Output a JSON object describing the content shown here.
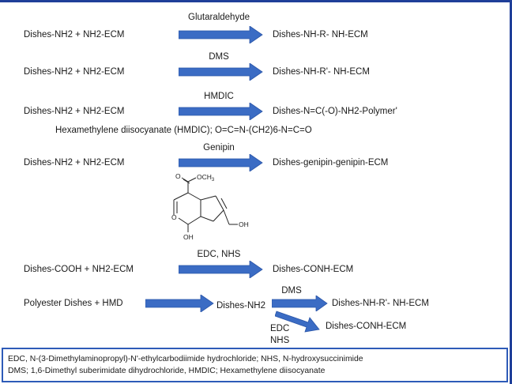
{
  "reactions": [
    {
      "left": "Dishes-NH2  +  NH2-ECM",
      "reagent": "Glutaraldehyde",
      "product": "Dishes-NH-R- NH-ECM"
    },
    {
      "left": "Dishes-NH2  +  NH2-ECM",
      "reagent": "DMS",
      "product": "Dishes-NH-R'- NH-ECM"
    },
    {
      "left": "Dishes-NH2  +  NH2-ECM",
      "reagent": "HMDIC",
      "product": "Dishes-N=C(-O)-NH2-Polymer'",
      "note": "Hexamethylene diisocyanate (HMDIC); O=C=N-(CH2)6-N=C=O"
    },
    {
      "left": "Dishes-NH2  +  NH2-ECM",
      "reagent": "Genipin",
      "product": "Dishes-genipin-genipin-ECM"
    },
    {
      "left": "Dishes-COOH  +  NH2-ECM",
      "reagent": "EDC, NHS",
      "product": "Dishes-CONH-ECM"
    }
  ],
  "branch": {
    "left": "Polyester Dishes  +  HMD",
    "intermediate": "Dishes-NH2",
    "upper_reagent": "DMS",
    "upper_product": "Dishes-NH-R'- NH-ECM",
    "lower_reagent_1": "EDC",
    "lower_reagent_2": "NHS",
    "lower_product": "Dishes-CONH-ECM"
  },
  "genipin_structure": {
    "atom_o1": "O",
    "ester": "OCH",
    "ester_sub": "3",
    "ring_o": "O",
    "oh1": "OH",
    "oh2": "OH"
  },
  "footer": {
    "line1": "EDC, N-(3-Dimethylaminopropyl)-N'-ethylcarbodiimide hydrochloride; NHS, N-hydroxysuccinimide",
    "line2": "DMS; 1,6-Dimethyl suberimidate dihydrochloride, HMDIC; Hexamethylene diisocyanate"
  },
  "colors": {
    "arrow": "#3b6cc4",
    "arrow_edge": "#2a55a8",
    "frame": "#1f3f99",
    "footer_border": "#2e5bb8"
  }
}
